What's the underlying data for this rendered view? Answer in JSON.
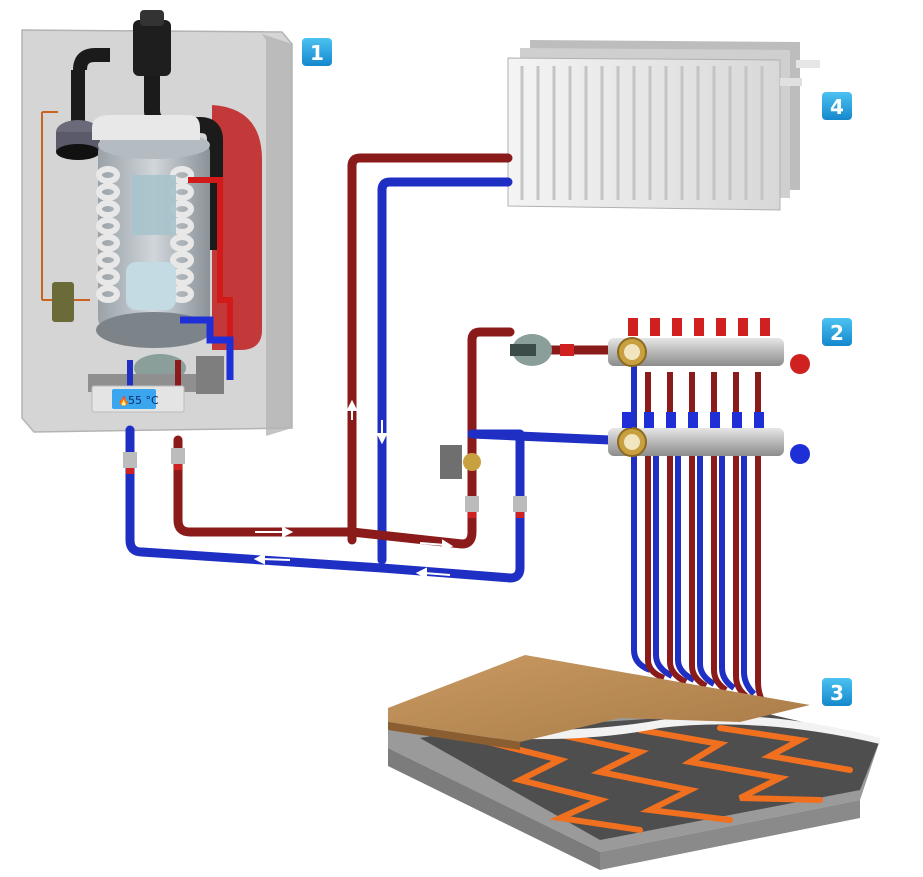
{
  "badges": [
    {
      "id": "boiler",
      "label": "1"
    },
    {
      "id": "manifold",
      "label": "2"
    },
    {
      "id": "floor",
      "label": "3"
    },
    {
      "id": "radiator",
      "label": "4"
    }
  ],
  "boiler": {
    "display_temperature": "55 °C"
  },
  "colors": {
    "supply": "#8b1a1a",
    "return": "#1f2fc4",
    "badge": "#1ea0e0",
    "underfloor_pipe": "#f07020"
  }
}
